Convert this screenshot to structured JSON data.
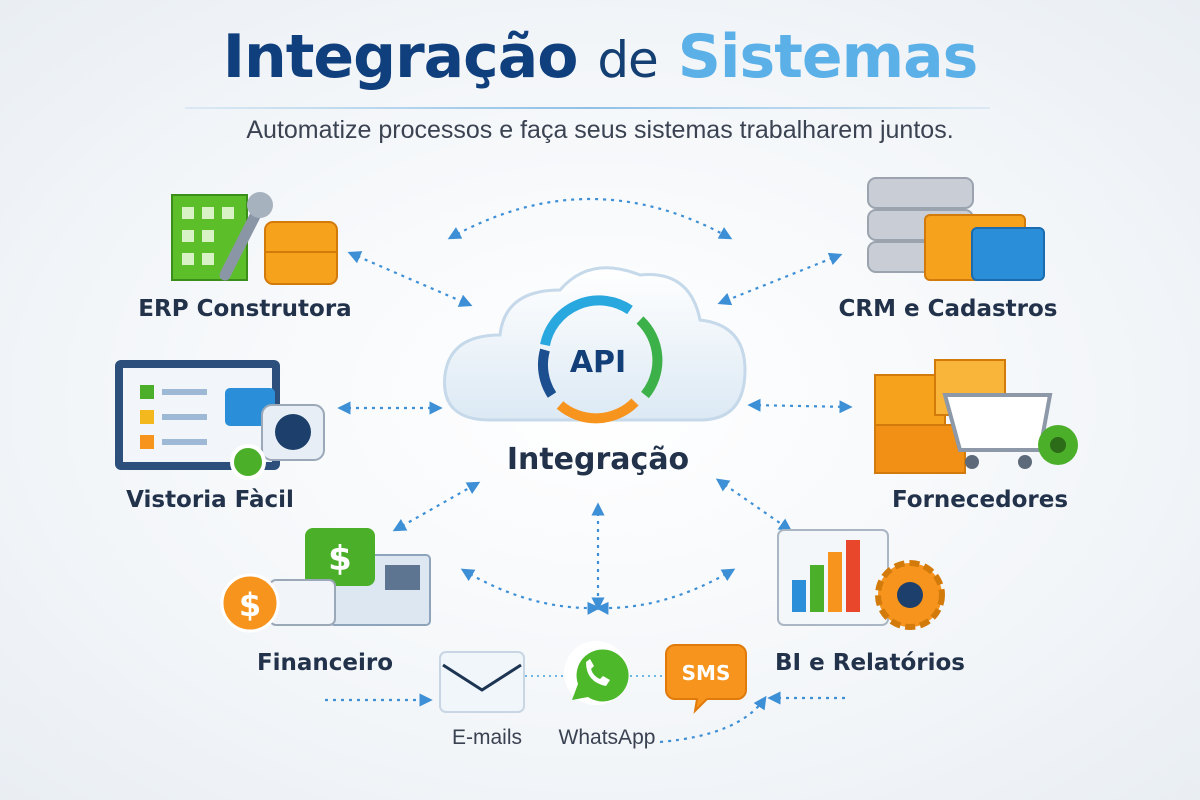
{
  "header": {
    "title_part1": "Integração",
    "title_part2": "de",
    "title_part3": "Sistemas",
    "subtitle": "Automatize processos e faça seus sistemas trabalharem juntos."
  },
  "center": {
    "badge": "API",
    "label": "Integração"
  },
  "nodes": {
    "erp": "ERP Construtora",
    "crm": "CRM e Cadastros",
    "vistoria": "Vistoria Fàcil",
    "fornecedores": "Fornecedores",
    "financeiro": "Financeiro",
    "bi": "BI e Relatórios"
  },
  "channels": {
    "email": "E-mails",
    "whatsapp": "WhatsApp",
    "sms": "SMS"
  },
  "colors": {
    "dark_blue": "#0f3f7c",
    "light_blue": "#5cb0e8",
    "arrow": "#3d8fd6",
    "green": "#4caf2a",
    "orange": "#f7941d"
  }
}
